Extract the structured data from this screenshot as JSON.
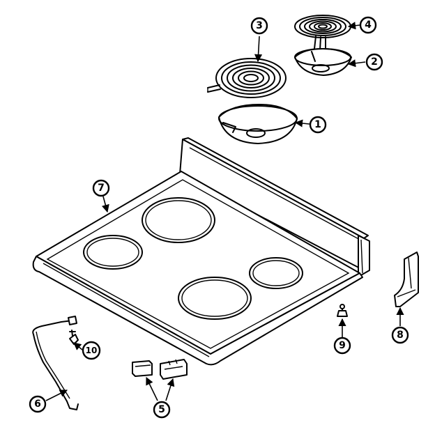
{
  "callouts": [
    {
      "label": "1"
    },
    {
      "label": "2"
    },
    {
      "label": "3"
    },
    {
      "label": "4"
    },
    {
      "label": "5"
    },
    {
      "label": "6"
    },
    {
      "label": "7"
    },
    {
      "label": "8"
    },
    {
      "label": "9"
    },
    {
      "label": "10"
    }
  ]
}
